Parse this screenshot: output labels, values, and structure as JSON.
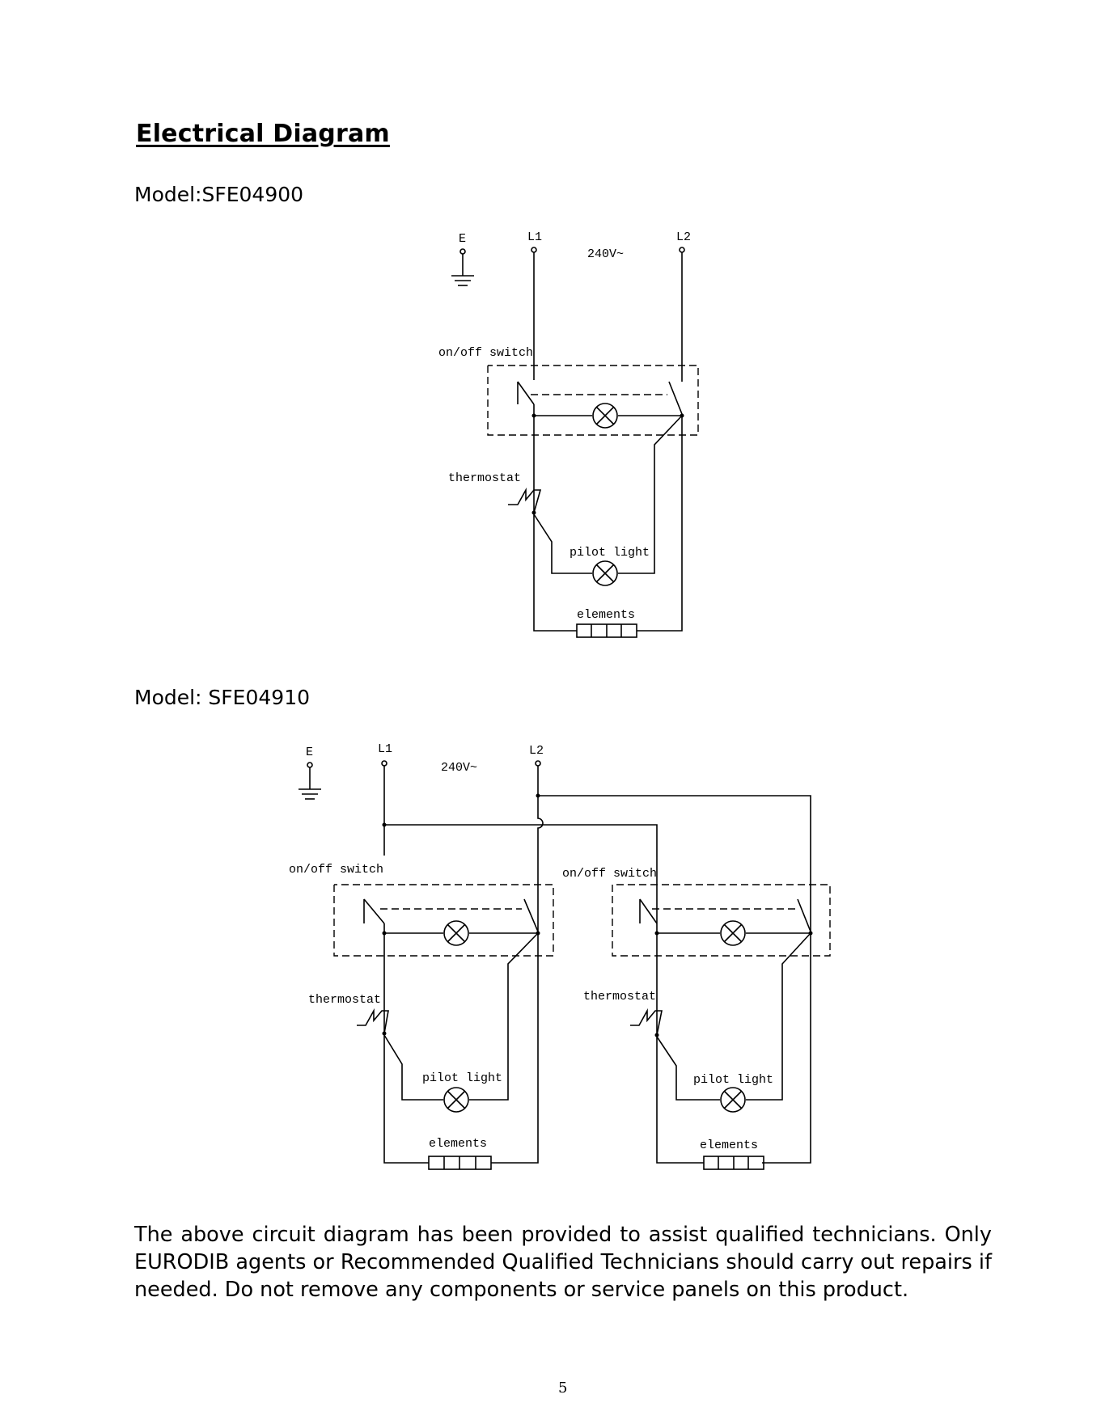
{
  "page": {
    "title": "Electrical Diagram",
    "page_number": "5"
  },
  "model1": {
    "label": "Model:SFE04900",
    "E": "E",
    "L1": "L1",
    "L2": "L2",
    "voltage": "240V~",
    "switch": "on/off switch",
    "thermostat": "thermostat",
    "pilot": "pilot light",
    "elements": "elements"
  },
  "model2": {
    "label": "Model: SFE04910",
    "E": "E",
    "L1": "L1",
    "L2": "L2",
    "voltage": "240V~",
    "left": {
      "switch": "on/off switch",
      "thermostat": "thermostat",
      "pilot": "pilot light",
      "elements": "elements"
    },
    "right": {
      "switch": "on/off switch",
      "thermostat": "thermostat",
      "pilot": "pilot light",
      "elements": "elements"
    }
  },
  "notice": {
    "line1": "The above circuit diagram has been provided to assist qualified technicians. Only",
    "line2": "EURODIB agents or Recommended Qualified Technicians should carry out repairs if",
    "line3": "needed. Do not remove any components or service panels on this product."
  }
}
